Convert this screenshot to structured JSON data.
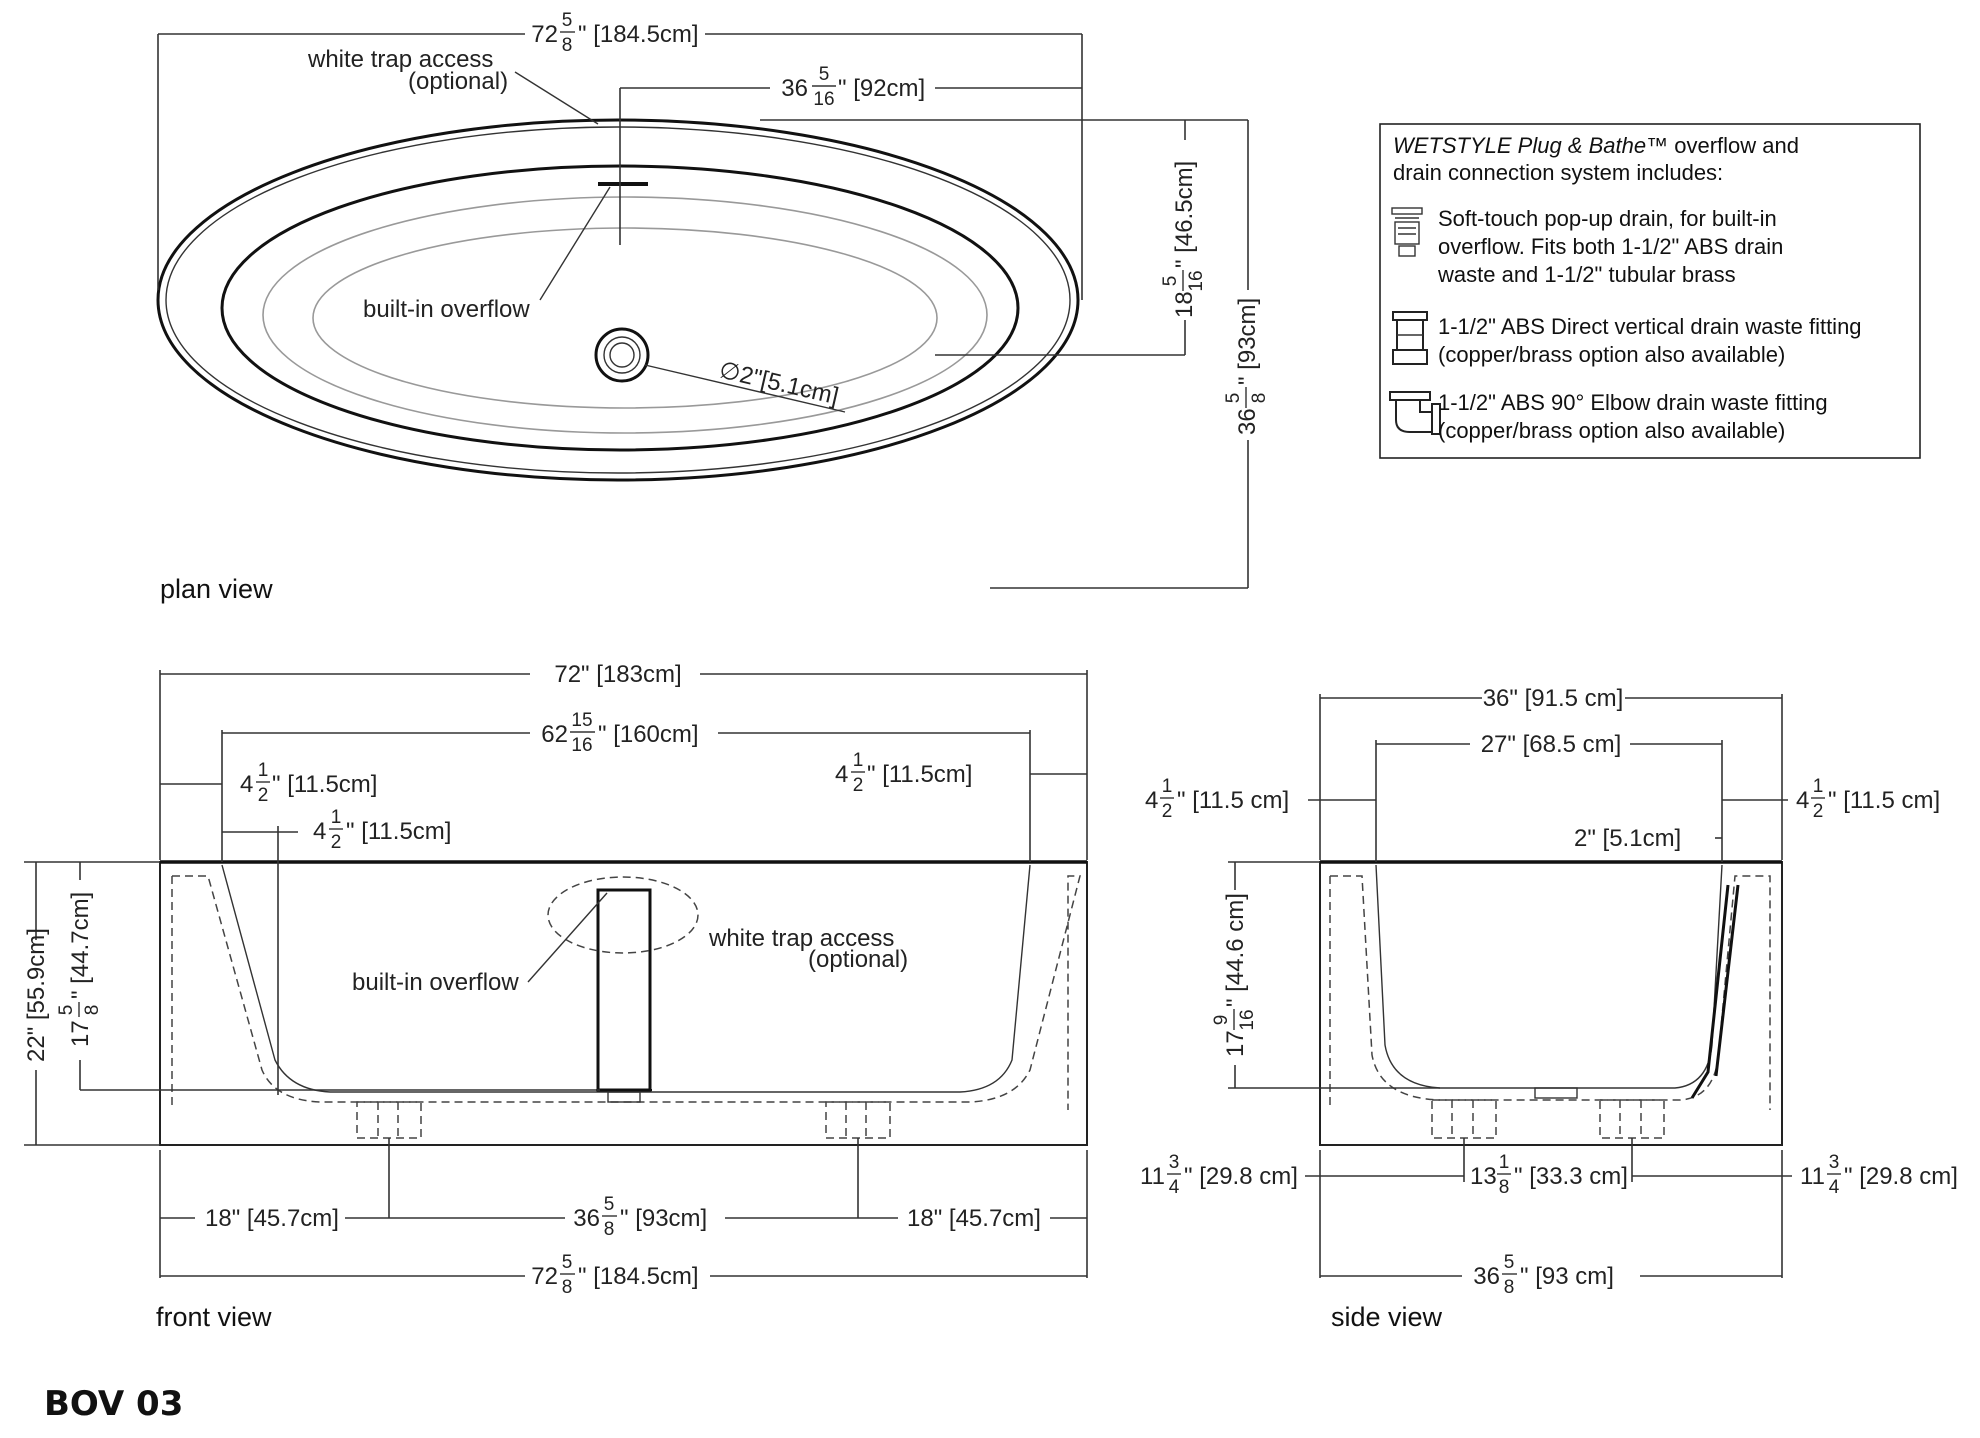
{
  "model": "BOV 03",
  "views": {
    "plan": "plan view",
    "front": "front view",
    "side": "side view"
  },
  "plan": {
    "overall_length": {
      "whole": "72",
      "num": "5",
      "den": "8",
      "metric": "\" [184.5cm]"
    },
    "center_offset": {
      "whole": "36",
      "num": "5",
      "den": "16",
      "metric": "\" [92cm]"
    },
    "half_width": {
      "whole": "18",
      "num": "5",
      "den": "16",
      "metric": "\" [46.5cm]"
    },
    "overall_width": {
      "whole": "36",
      "num": "5",
      "den": "8",
      "metric": "\" [93cm]"
    },
    "drain_dia": "∅2\"[5.1cm]",
    "trap_line1": "white trap access",
    "trap_line2": "(optional)",
    "overflow": "built-in overflow"
  },
  "front": {
    "top_length": "72\" [183cm]",
    "inner_length": {
      "whole": "62",
      "num": "15",
      "den": "16",
      "metric": "\" [160cm]"
    },
    "left_rim": {
      "whole": "4",
      "num": "1",
      "den": "2",
      "metric": "\" [11.5cm]"
    },
    "left_rim2": {
      "whole": "4",
      "num": "1",
      "den": "2",
      "metric": "\" [11.5cm]"
    },
    "right_rim": {
      "whole": "4",
      "num": "1",
      "den": "2",
      "metric": "\" [11.5cm]"
    },
    "height": "22\" [55.9cm]",
    "depth": {
      "whole": "17",
      "num": "5",
      "den": "8",
      "metric": "\" [44.7cm]"
    },
    "left_foot": "18\" [45.7cm]",
    "mid_span": {
      "whole": "36",
      "num": "5",
      "den": "8",
      "metric": "\" [93cm]"
    },
    "right_foot": "18\" [45.7cm]",
    "bottom_length": {
      "whole": "72",
      "num": "5",
      "den": "8",
      "metric": "\" [184.5cm]"
    },
    "overflow": "built-in overflow",
    "trap_line1": "white trap access",
    "trap_line2": "(optional)"
  },
  "side": {
    "top_width": "36\" [91.5 cm]",
    "inner_width": "27\" [68.5 cm]",
    "left_rim": {
      "whole": "4",
      "num": "1",
      "den": "2",
      "metric": "\" [11.5 cm]"
    },
    "right_rim": {
      "whole": "4",
      "num": "1",
      "den": "2",
      "metric": "\" [11.5 cm]"
    },
    "wall": "2\" [5.1cm]",
    "depth": {
      "whole": "17",
      "num": "9",
      "den": "16",
      "metric": "\" [44.6 cm]"
    },
    "left_foot": {
      "whole": "11",
      "num": "3",
      "den": "4",
      "metric": "\" [29.8 cm]"
    },
    "mid_span": {
      "whole": "13",
      "num": "1",
      "den": "8",
      "metric": "\" [33.3 cm]"
    },
    "right_foot": {
      "whole": "11",
      "num": "3",
      "den": "4",
      "metric": "\" [29.8 cm]"
    },
    "bottom_width": {
      "whole": "36",
      "num": "5",
      "den": "8",
      "metric": "\" [93 cm]"
    }
  },
  "legend": {
    "title_italic": "WETSTYLE Plug & Bathe™",
    "title_rest": " overflow  and",
    "title_line2": "drain connection system includes:",
    "items": [
      {
        "icon": "popup-drain-icon",
        "lines": [
          "Soft-touch pop-up drain, for built-in",
          "overflow. Fits both 1-1/2\" ABS drain",
          "waste and 1-1/2\" tubular brass"
        ]
      },
      {
        "icon": "vertical-fitting-icon",
        "lines": [
          "1-1/2\" ABS Direct vertical drain waste fitting",
          "(copper/brass option also available)"
        ]
      },
      {
        "icon": "elbow-fitting-icon",
        "lines": [
          "1-1/2\" ABS 90° Elbow drain waste fitting",
          "(copper/brass option also available)"
        ]
      }
    ]
  }
}
